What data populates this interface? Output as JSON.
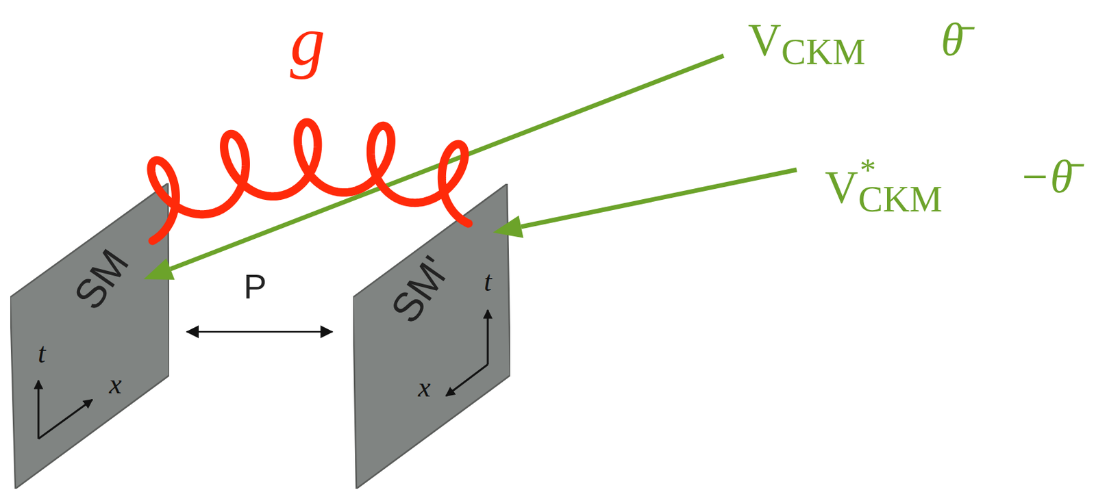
{
  "diagram": {
    "nodes": [
      {
        "text": [
          "SM"
        ]
      },
      {
        "text": [
          "SM'"
        ]
      }
    ],
    "edges": [
      {
        "from": 0,
        "to": 1,
        "arrow": "none",
        "label": "g"
      },
      {
        "from": 0,
        "to": 1,
        "arrow": "both",
        "label": "P"
      }
    ],
    "labels": [
      "VCKM",
      "θ̄",
      "V*CKM",
      "−θ̄",
      "t",
      "x",
      "t",
      "x"
    ]
  }
}
